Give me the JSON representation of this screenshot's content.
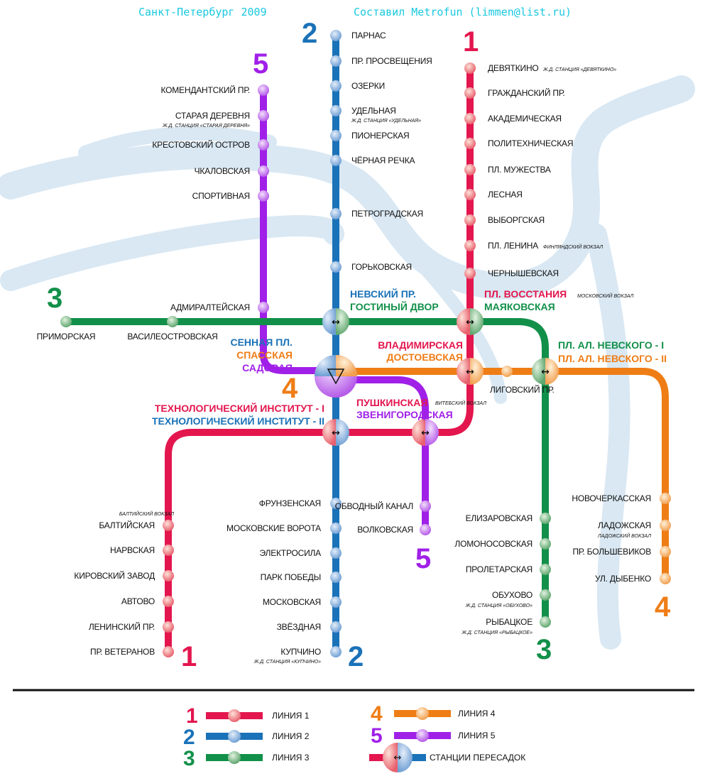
{
  "header": {
    "title_left": "Санкт-Петербург 2009",
    "title_right": "Составил Metrofun (limmen@list.ru)"
  },
  "colors": {
    "line1": "#e3164e",
    "line2": "#1a72b8",
    "line3": "#12904a",
    "line4": "#ef7d16",
    "line5": "#a020e8",
    "river": "#d9e8f3"
  },
  "lines": [
    {
      "number": "1",
      "stations": [
        {
          "name": "ДЕВЯТКИНО",
          "note": "Ж.Д. СТАНЦИЯ «ДЕВЯТКИНО»"
        },
        {
          "name": "ГРАЖДАНСКИЙ ПР."
        },
        {
          "name": "АКАДЕМИЧЕСКАЯ"
        },
        {
          "name": "ПОЛИТЕХНИЧЕСКАЯ"
        },
        {
          "name": "ПЛ. МУЖЕСТВА"
        },
        {
          "name": "ЛЕСНАЯ"
        },
        {
          "name": "ВЫБОРГСКАЯ"
        },
        {
          "name": "ПЛ. ЛЕНИНА",
          "note": "ФИНЛЯНДСКИЙ ВОКЗАЛ"
        },
        {
          "name": "ЧЕРНЫШЕВСКАЯ"
        },
        {
          "name": "БАЛТИЙСКАЯ",
          "note": "БАЛТИЙСКИЙ ВОКЗАЛ"
        },
        {
          "name": "НАРВСКАЯ"
        },
        {
          "name": "КИРОВСКИЙ ЗАВОД"
        },
        {
          "name": "АВТОВО"
        },
        {
          "name": "ЛЕНИНСКИЙ ПР."
        },
        {
          "name": "ПР. ВЕТЕРАНОВ"
        }
      ]
    },
    {
      "number": "2",
      "stations": [
        {
          "name": "ПАРНАС"
        },
        {
          "name": "ПР. ПРОСВЕЩЕНИЯ"
        },
        {
          "name": "ОЗЕРКИ"
        },
        {
          "name": "УДЕЛЬНАЯ",
          "note": "Ж.Д. СТАНЦИЯ «УДЕЛЬНАЯ»"
        },
        {
          "name": "ПИОНЕРСКАЯ"
        },
        {
          "name": "ЧЁРНАЯ РЕЧКА"
        },
        {
          "name": "ПЕТРОГРАДСКАЯ"
        },
        {
          "name": "ГОРЬКОВСКАЯ"
        },
        {
          "name": "ФРУНЗЕНСКАЯ"
        },
        {
          "name": "МОСКОВСКИЕ ВОРОТА"
        },
        {
          "name": "ЭЛЕКТРОСИЛА"
        },
        {
          "name": "ПАРК ПОБЕДЫ"
        },
        {
          "name": "МОСКОВСКАЯ"
        },
        {
          "name": "ЗВЁЗДНАЯ"
        },
        {
          "name": "КУПЧИНО",
          "note": "Ж.Д. СТАНЦИЯ «КУПЧИНО»"
        }
      ]
    },
    {
      "number": "3",
      "stations": [
        {
          "name": "ПРИМОРСКАЯ"
        },
        {
          "name": "ВАСИЛЕОСТРОВСКАЯ"
        },
        {
          "name": "ЕЛИЗАРОВСКАЯ"
        },
        {
          "name": "ЛОМОНОСОВСКАЯ"
        },
        {
          "name": "ПРОЛЕТАРСКАЯ"
        },
        {
          "name": "ОБУХОВО",
          "note": "Ж.Д. СТАНЦИЯ «ОБУХОВО»"
        },
        {
          "name": "РЫБАЦКОЕ",
          "note": "Ж.Д. СТАНЦИЯ «РЫБАЦКОЕ»"
        }
      ]
    },
    {
      "number": "4",
      "stations": [
        {
          "name": "ЛИГОВСКИЙ ПР."
        },
        {
          "name": "НОВОЧЕРКАССКАЯ"
        },
        {
          "name": "ЛАДОЖСКАЯ",
          "note": "ЛАДОЖСКИЙ ВОКЗАЛ"
        },
        {
          "name": "ПР. БОЛЬШЕВИКОВ"
        },
        {
          "name": "УЛ. ДЫБЕНКО"
        }
      ]
    },
    {
      "number": "5",
      "stations": [
        {
          "name": "КОМЕНДАНТСКИЙ ПР."
        },
        {
          "name": "СТАРАЯ ДЕРЕВНЯ",
          "note": "Ж.Д. СТАНЦИЯ «СТАРАЯ ДЕРЕВНЯ»"
        },
        {
          "name": "КРЕСТОВСКИЙ ОСТРОВ"
        },
        {
          "name": "ЧКАЛОВСКАЯ"
        },
        {
          "name": "СПОРТИВНАЯ"
        },
        {
          "name": "АДМИРАЛТЕЙСКАЯ"
        },
        {
          "name": "ОБВОДНЫЙ КАНАЛ"
        },
        {
          "name": "ВОЛКОВСКАЯ"
        }
      ]
    }
  ],
  "transfers": {
    "nevsky": "НЕВСКИЙ ПР.",
    "gostiny": "ГОСТИНЫЙ ДВОР",
    "vosstaniya": "ПЛ. ВОССТАНИЯ",
    "vosstaniya_note": "МОСКОВСКИЙ ВОКЗАЛ",
    "mayakovskaya": "МАЯКОВСКАЯ",
    "sennaya": "СЕННАЯ ПЛ.",
    "spasskaya": "СПАССКАЯ",
    "sadovaya": "САДОВАЯ",
    "vladimirskaya": "ВЛАДИМИРСКАЯ",
    "dostoevskaya": "ДОСТОЕВСКАЯ",
    "nevskogo1": "ПЛ. АЛ. НЕВСКОГО - I",
    "nevskogo2": "ПЛ. АЛ. НЕВСКОГО - II",
    "tech1": "ТЕХНОЛОГИЧЕСКИЙ ИНСТИТУТ - I",
    "tech2": "ТЕХНОЛОГИЧЕСКИЙ ИНСТИТУТ - II",
    "pushkinskaya": "ПУШКИНСКАЯ",
    "pushkinskaya_note": "ВИТЕБСКИЙ ВОКЗАЛ",
    "zvenigorodskaya": "ЗВЕНИГОРОДСКАЯ"
  },
  "legend": {
    "line1": {
      "number": "1",
      "label": "ЛИНИЯ 1"
    },
    "line2": {
      "number": "2",
      "label": "ЛИНИЯ 2"
    },
    "line3": {
      "number": "3",
      "label": "ЛИНИЯ 3"
    },
    "line4": {
      "number": "4",
      "label": "ЛИНИЯ 4"
    },
    "line5": {
      "number": "5",
      "label": "ЛИНИЯ 5"
    },
    "transfer": {
      "label": "СТАНЦИИ ПЕРЕСАДОК"
    }
  }
}
